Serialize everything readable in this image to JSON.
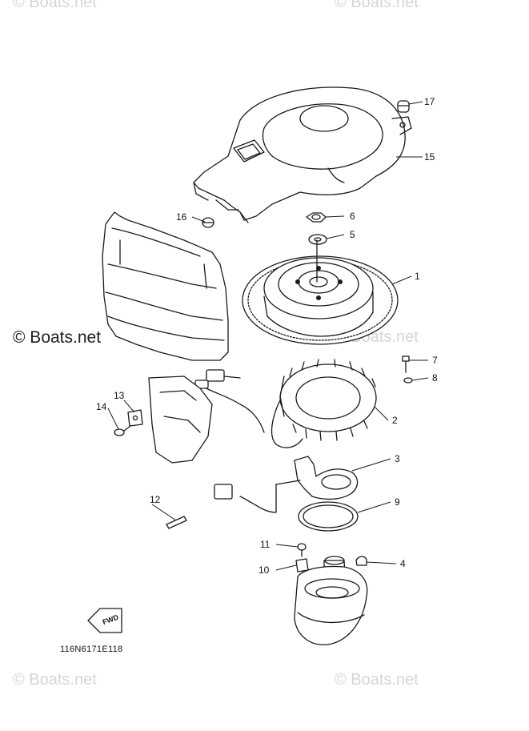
{
  "watermark": {
    "text": "© Boats.net",
    "center_text": "© Boats.net"
  },
  "diagram_code": "116N6171E118",
  "fwd_label": "FWD",
  "callouts": [
    {
      "id": "1",
      "label": "1"
    },
    {
      "id": "2",
      "label": "2"
    },
    {
      "id": "3",
      "label": "3"
    },
    {
      "id": "4",
      "label": "4"
    },
    {
      "id": "5",
      "label": "5"
    },
    {
      "id": "6",
      "label": "6"
    },
    {
      "id": "7",
      "label": "7"
    },
    {
      "id": "8",
      "label": "8"
    },
    {
      "id": "9",
      "label": "9"
    },
    {
      "id": "10",
      "label": "10"
    },
    {
      "id": "11",
      "label": "11"
    },
    {
      "id": "12",
      "label": "12"
    },
    {
      "id": "13",
      "label": "13"
    },
    {
      "id": "14",
      "label": "14"
    },
    {
      "id": "15",
      "label": "15"
    },
    {
      "id": "16",
      "label": "16"
    },
    {
      "id": "17",
      "label": "17"
    }
  ]
}
